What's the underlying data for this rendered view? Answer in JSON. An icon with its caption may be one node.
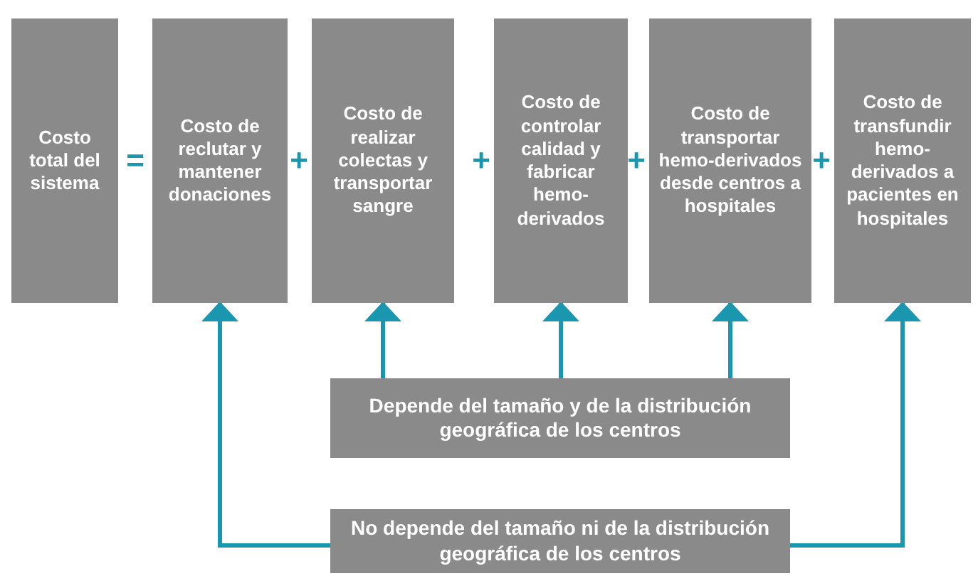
{
  "diagram": {
    "nodes": [
      {
        "text": [
          "Costo total del sistema"
        ]
      },
      {
        "text": [
          "Costo de reclutar y mantener donaciones"
        ]
      },
      {
        "text": [
          "Costo de realizar colectas y transportar sangre"
        ]
      },
      {
        "text": [
          "Costo de controlar calidad y fabricar hemo-derivados"
        ]
      },
      {
        "text": [
          "Costo de transportar hemo-derivados desde centros a hospitales"
        ]
      },
      {
        "text": [
          "Costo de transfundir hemo-derivados a pacientes en hospitales"
        ]
      },
      {
        "text": [
          "Depende del tamaño y de la distribución geográfica de los centros"
        ]
      },
      {
        "text": [
          "No depende del tamaño ni de la distribución geográfica de los centros"
        ]
      }
    ],
    "edges": [
      {
        "from": 6,
        "to": 2,
        "arrow": "to"
      },
      {
        "from": 6,
        "to": 3,
        "arrow": "to"
      },
      {
        "from": 6,
        "to": 4,
        "arrow": "to"
      },
      {
        "from": 7,
        "to": 1,
        "arrow": "to"
      },
      {
        "from": 7,
        "to": 5,
        "arrow": "to"
      }
    ],
    "labels": [
      "=",
      "+",
      "+",
      "+",
      "+"
    ]
  }
}
